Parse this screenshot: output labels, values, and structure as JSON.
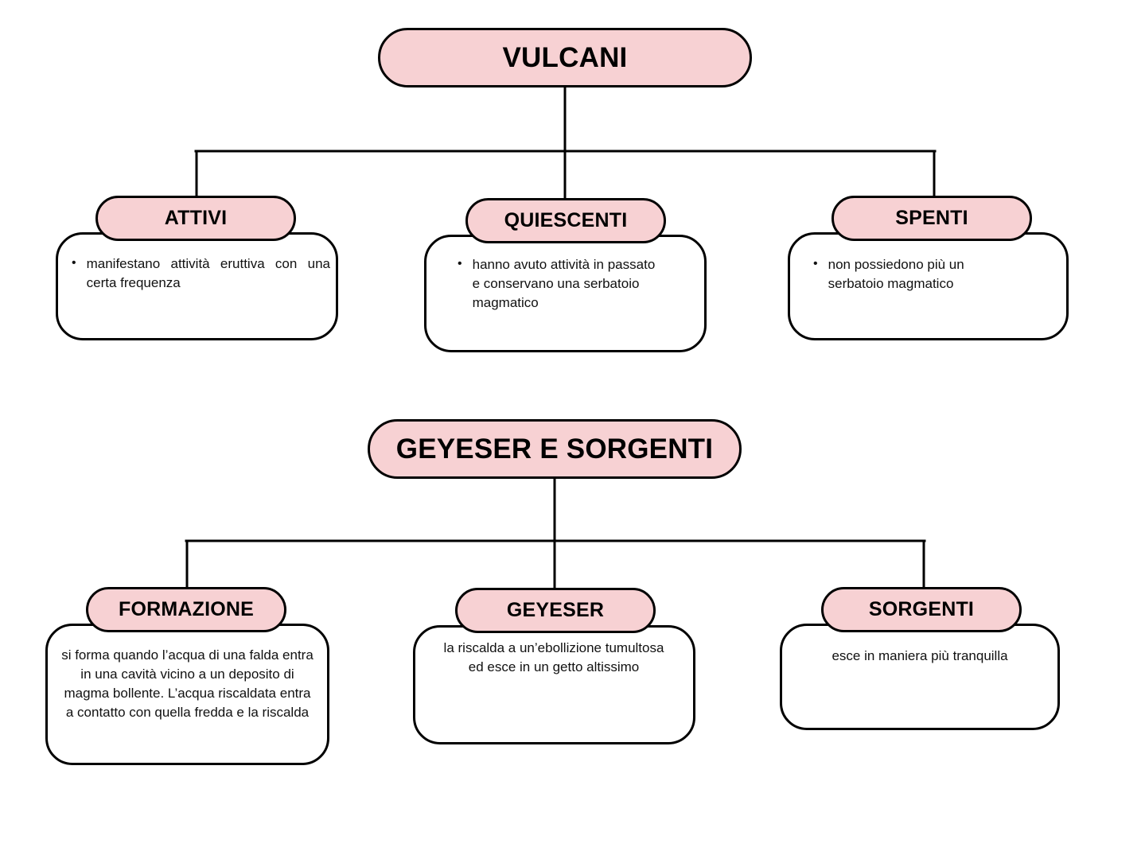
{
  "diagram": {
    "title": "VULCANI",
    "theme": {
      "capsule_fill": "#f7d1d3",
      "stroke": "#000000",
      "box_fill": "#ffffff",
      "background": "#ffffff"
    },
    "sections": [
      {
        "id": "vulcani",
        "root_label": "VULCANI",
        "children": [
          {
            "id": "attivi",
            "label": "ATTIVI",
            "bullet": "•",
            "text": "manifestano attività eruttiva con una certa frequenza"
          },
          {
            "id": "quiescenti",
            "label": "QUIESCENTI",
            "bullet": "•",
            "text": "hanno avuto attività in passato e conservano una serbatoio magmatico"
          },
          {
            "id": "spenti",
            "label": "SPENTI",
            "bullet": "•",
            "text": "non possiedono più un serbatoio magmatico"
          }
        ]
      },
      {
        "id": "geyeser-e-sorgenti",
        "root_label": "GEYESER E SORGENTI",
        "children": [
          {
            "id": "formazione",
            "label": "FORMAZIONE",
            "bullet": "",
            "text": "si forma quando l’acqua di una falda entra in una cavità vicino a un deposito di magma bollente. L’acqua riscaldata entra a contatto con quella fredda e la riscalda"
          },
          {
            "id": "geyeser",
            "label": "GEYESER",
            "bullet": "",
            "text": "la riscalda a un’ebollizione tumultosa ed esce in un getto altissimo"
          },
          {
            "id": "sorgenti",
            "label": "SORGENTI",
            "bullet": "",
            "text": "esce in maniera più tranquilla"
          }
        ]
      }
    ]
  }
}
